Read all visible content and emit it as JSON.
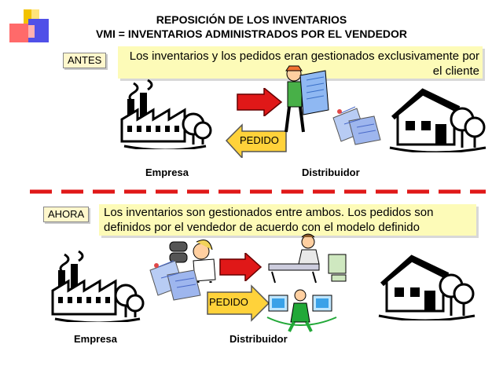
{
  "header": {
    "title_line1": "REPOSICIÓN DE LOS INVENTARIOS",
    "title_line2": "VMI = INVENTARIOS ADMINISTRADOS POR EL VENDEDOR"
  },
  "antes": {
    "tag": "ANTES",
    "note": "Los inventarios y los pedidos eran gestionados exclusivamente por el cliente",
    "order_label": "PEDIDO",
    "company_label": "Empresa",
    "distributor_label": "Distribuidor"
  },
  "ahora": {
    "tag": "AHORA",
    "note": "Los inventarios son gestionados entre ambos. Los pedidos son definidos por el vendedor de acuerdo con el modelo definido",
    "order_label": "PEDIDO",
    "company_label": "Empresa",
    "distributor_label": "Distribuidor"
  },
  "colors": {
    "note_bg": "#fdfbb8",
    "arrow_red": "#e01818",
    "arrow_yellow": "#ffd23a",
    "divider_red": "#e01818",
    "accent_green": "#22a838"
  }
}
